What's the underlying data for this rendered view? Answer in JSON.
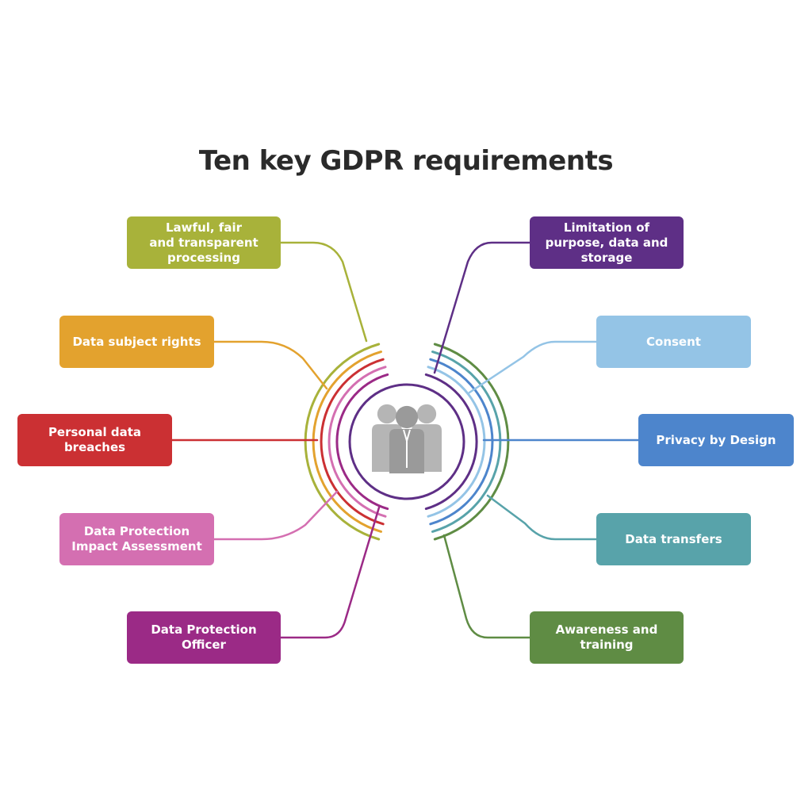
{
  "title": "Ten key GDPR requirements",
  "center": {
    "icon": "people-group-icon",
    "color": "#9a9a9a"
  },
  "requirements": [
    {
      "label": "Lawful, fair\nand transparent\nprocessing",
      "color": "#a8b23a"
    },
    {
      "label": "Data subject rights",
      "color": "#e3a22e"
    },
    {
      "label": "Personal data\nbreaches",
      "color": "#cb3033"
    },
    {
      "label": "Data Protection\nImpact Assessment",
      "color": "#d46fb1"
    },
    {
      "label": "Data Protection\nOfficer",
      "color": "#9b2a86"
    },
    {
      "label": "Limitation of\npurpose, data and\nstorage",
      "color": "#5e2f86"
    },
    {
      "label": "Consent",
      "color": "#94c4e6"
    },
    {
      "label": "Privacy by Design",
      "color": "#4d85cc"
    },
    {
      "label": "Data transfers",
      "color": "#58a3aa"
    },
    {
      "label": "Awareness and\ntraining",
      "color": "#5f8c44"
    }
  ]
}
